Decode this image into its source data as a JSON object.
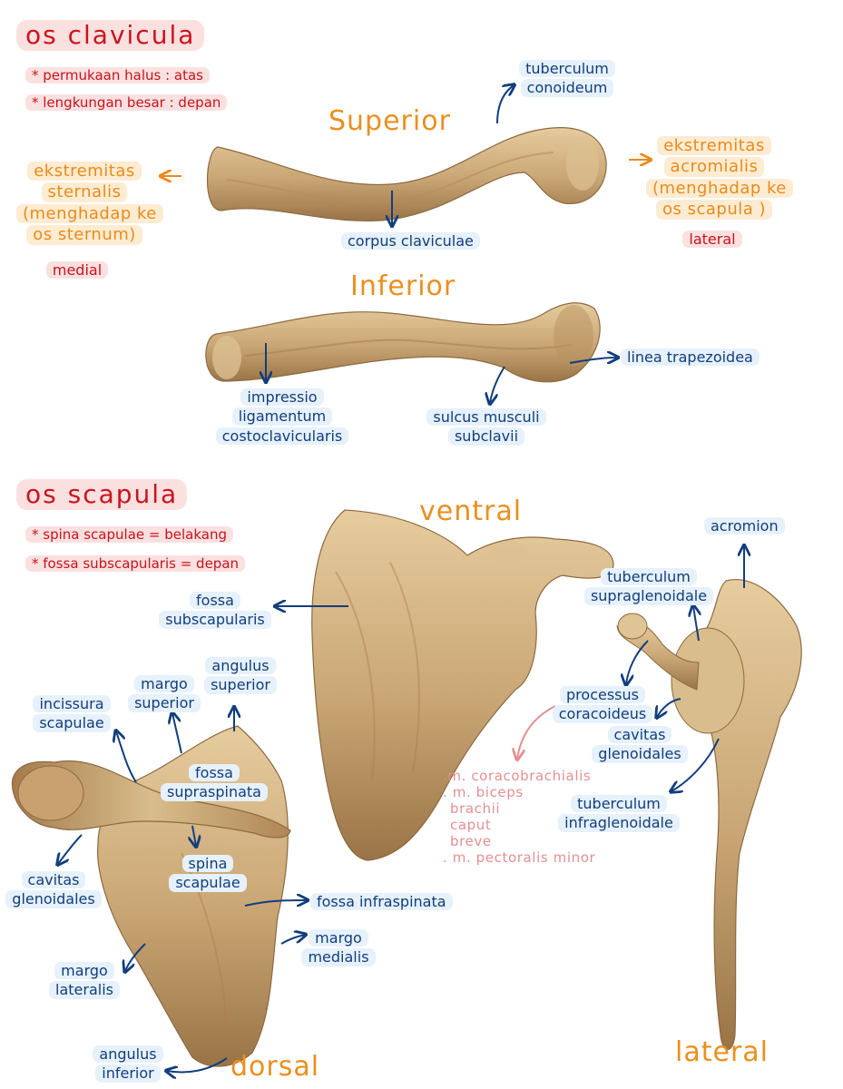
{
  "colors": {
    "label_blue": "#123e7c",
    "label_highlight": "#e6f1fb",
    "title_red": "#c9141d",
    "red_highlight": "#fbe0e0",
    "orange": "#eb8a1a",
    "orange_highlight": "#fdecd2",
    "pink": "#e48f94",
    "bone": "#c9a574"
  },
  "clavicula": {
    "title": "os clavicula",
    "notes": [
      "* permukaan halus : atas",
      "* lengkungan besar : depan"
    ],
    "view_superior": "Superior",
    "view_inferior": "Inferior",
    "sternal_end": {
      "lines": [
        "ekstremitas",
        "sternalis",
        "(menghadap ke",
        "os sternum)"
      ],
      "side": "medial"
    },
    "acromial_end": {
      "lines": [
        "ekstremitas",
        "acromialis",
        "(menghadap ke",
        "os scapula )"
      ],
      "side": "lateral"
    },
    "labels": {
      "tuberculum_conoideum": [
        "tuberculum",
        "conoideum"
      ],
      "corpus_claviculae": [
        "corpus claviculae"
      ],
      "impressio": [
        "impressio",
        "ligamentum",
        "costoclavicularis"
      ],
      "sulcus": [
        "sulcus musculi",
        "subclavii"
      ],
      "linea": [
        "linea trapezoidea"
      ]
    }
  },
  "scapula": {
    "title": "os scapula",
    "notes": [
      "* spina scapulae = belakang",
      "* fossa subscapularis = depan"
    ],
    "view_ventral": "ventral",
    "view_dorsal": "dorsal",
    "view_lateral": "lateral",
    "labels": {
      "fossa_subscapularis": [
        "fossa",
        "subscapularis"
      ],
      "angulus_superior": [
        "angulus",
        "superior"
      ],
      "margo_superior": [
        "margo",
        "superior"
      ],
      "incissura": [
        "incissura",
        "scapulae"
      ],
      "fossa_supraspinata": [
        "fossa",
        "supraspinata"
      ],
      "spina": [
        "spina",
        "scapulae"
      ],
      "cavitas_dorsal": [
        "cavitas",
        "glenoidales"
      ],
      "fossa_infraspinata": [
        "fossa infraspinata"
      ],
      "margo_medialis": [
        "margo",
        "medialis"
      ],
      "margo_lateralis": [
        "margo",
        "lateralis"
      ],
      "angulus_inferior": [
        "angulus",
        "inferior"
      ],
      "acromion": [
        "acromion"
      ],
      "tuberculum_supra": [
        "tuberculum",
        "supraglenoidale"
      ],
      "processus": [
        "processus",
        "coracoideus"
      ],
      "cavitas_lateral": [
        "cavitas",
        "glenoidales"
      ],
      "tuberculum_infra": [
        "tuberculum",
        "infraglenoidale"
      ]
    },
    "muscles": [
      ".m. coracobrachialis",
      ". m. biceps",
      "brachii",
      "caput",
      "breve",
      ". m. pectoralis minor"
    ]
  }
}
